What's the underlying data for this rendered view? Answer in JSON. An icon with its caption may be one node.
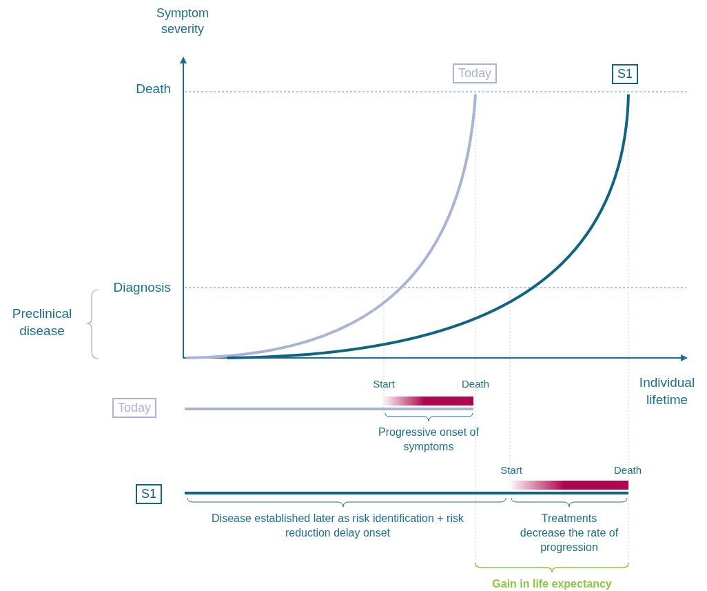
{
  "diagram": {
    "nodes": [
      {
        "text": [
          "Today"
        ]
      },
      {
        "text": [
          "S1"
        ]
      },
      {
        "text": [
          "Today"
        ]
      },
      {
        "text": [
          "S1"
        ]
      }
    ],
    "labels": [
      "Symptom severity",
      "Death",
      "Diagnosis",
      "Preclinical disease",
      "Start",
      "Death",
      "Individual lifetime",
      "Progressive onset of symptoms",
      "Start",
      "Death",
      "Disease established later as risk identification + risk reduction delay onset",
      "Treatments decrease the rate of progression",
      "Gain in life expectancy"
    ]
  }
}
